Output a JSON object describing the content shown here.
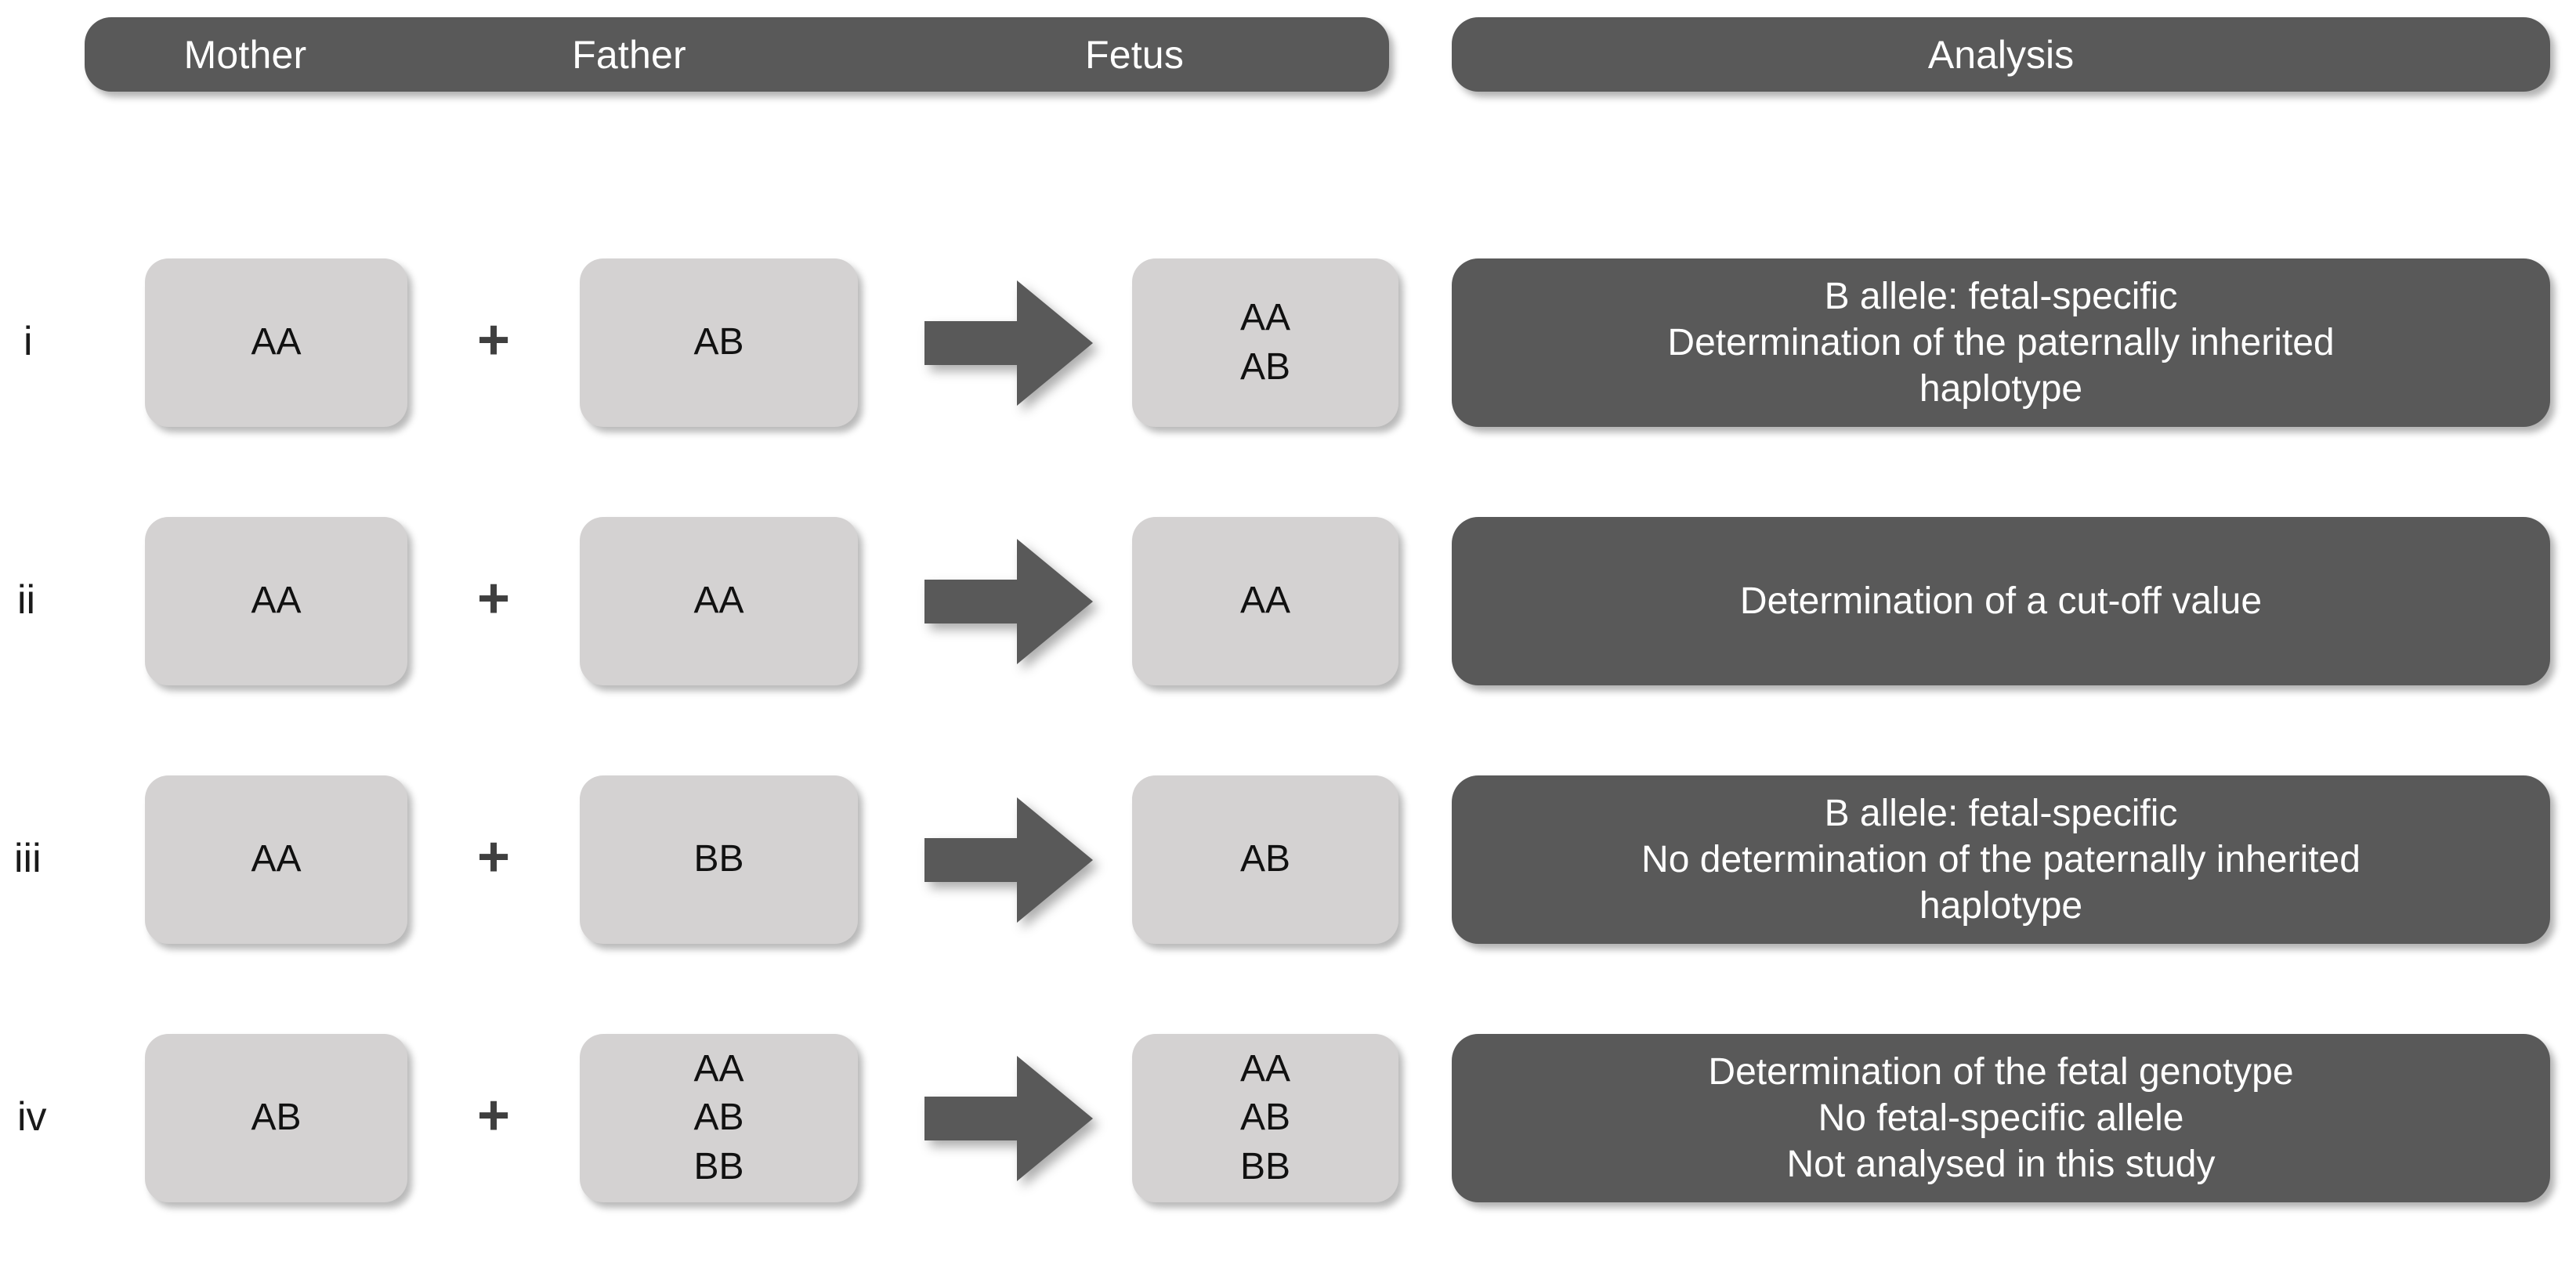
{
  "colors": {
    "dark_panel": "#595959",
    "light_box": "#d4d2d2",
    "arrow": "#595959",
    "text_light": "#ffffff",
    "text_dark": "#111111",
    "background": "#ffffff"
  },
  "header": {
    "mother": "Mother",
    "father": "Father",
    "fetus": "Fetus",
    "analysis": "Analysis"
  },
  "symbols": {
    "plus": "+",
    "arrow_icon": "right-arrow-icon"
  },
  "rows": [
    {
      "numeral": "i",
      "mother": [
        "AA"
      ],
      "father": [
        "AB"
      ],
      "fetus": [
        "AA",
        "AB"
      ],
      "analysis": [
        "B allele: fetal-specific",
        "Determination of the paternally inherited",
        "haplotype"
      ]
    },
    {
      "numeral": "ii",
      "mother": [
        "AA"
      ],
      "father": [
        "AA"
      ],
      "fetus": [
        "AA"
      ],
      "analysis": [
        "Determination of a cut-off value"
      ]
    },
    {
      "numeral": "iii",
      "mother": [
        "AA"
      ],
      "father": [
        "BB"
      ],
      "fetus": [
        "AB"
      ],
      "analysis": [
        "B allele: fetal-specific",
        "No determination of the paternally inherited",
        "haplotype"
      ]
    },
    {
      "numeral": "iv",
      "mother": [
        "AB"
      ],
      "father": [
        "AA",
        "AB",
        "BB"
      ],
      "fetus": [
        "AA",
        "AB",
        "BB"
      ],
      "analysis": [
        "Determination of the fetal genotype",
        "No fetal-specific allele",
        "Not analysed in this study"
      ]
    }
  ]
}
